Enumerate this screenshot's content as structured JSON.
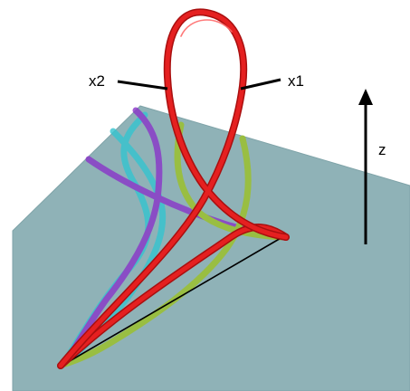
{
  "labels": {
    "x1": "x1",
    "x2": "x2",
    "z": "z"
  },
  "colors": {
    "background": "#ffffff",
    "plane": "#8fb2b7",
    "plane_edge": "#7fa3a8",
    "main_curve": "#d91616",
    "main_curve_highlight": "#ff5a5a",
    "cyan_curve": "#34c4cf",
    "purple_curve": "#8a35c9",
    "olive_curve": "#9cc125",
    "chord_line": "#000000",
    "annotation_line": "#000000"
  }
}
